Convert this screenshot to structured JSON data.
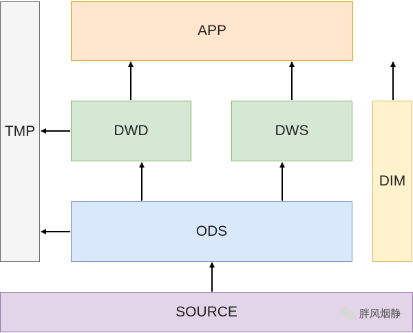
{
  "nodes": {
    "app": "APP",
    "tmp": "TMP",
    "dwd": "DWD",
    "dws": "DWS",
    "dim": "DIM",
    "ods": "ODS",
    "source": "SOURCE"
  },
  "watermark": "胖风烟静",
  "colors": {
    "app": "#ffe6cc",
    "tmp": "#f5f5f5",
    "layer_green": "#d5e8d4",
    "dim": "#fff2cc",
    "ods": "#dae8fc",
    "source": "#e1d5e7",
    "arrow": "#000000"
  }
}
